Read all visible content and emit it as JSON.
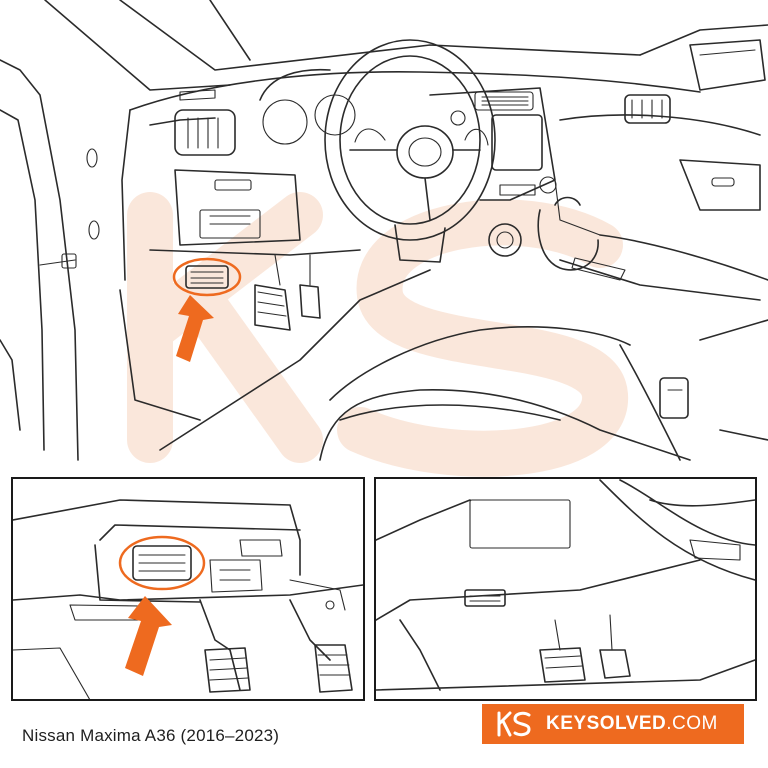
{
  "caption": "Nissan Maxima A36 (2016–2023)",
  "brand": {
    "name": "KEYSOLVED",
    "suffix": ".COM",
    "logo_text": "KS",
    "color": "#ee6a1f"
  },
  "illustration": {
    "highlight_color": "#ee6a1f",
    "line_color": "#2b2b2b",
    "watermark_color": "#f6d3bd"
  },
  "icons": [
    "obd-port-icon",
    "pointer-arrow-icon",
    "keysolved-logo-icon"
  ]
}
